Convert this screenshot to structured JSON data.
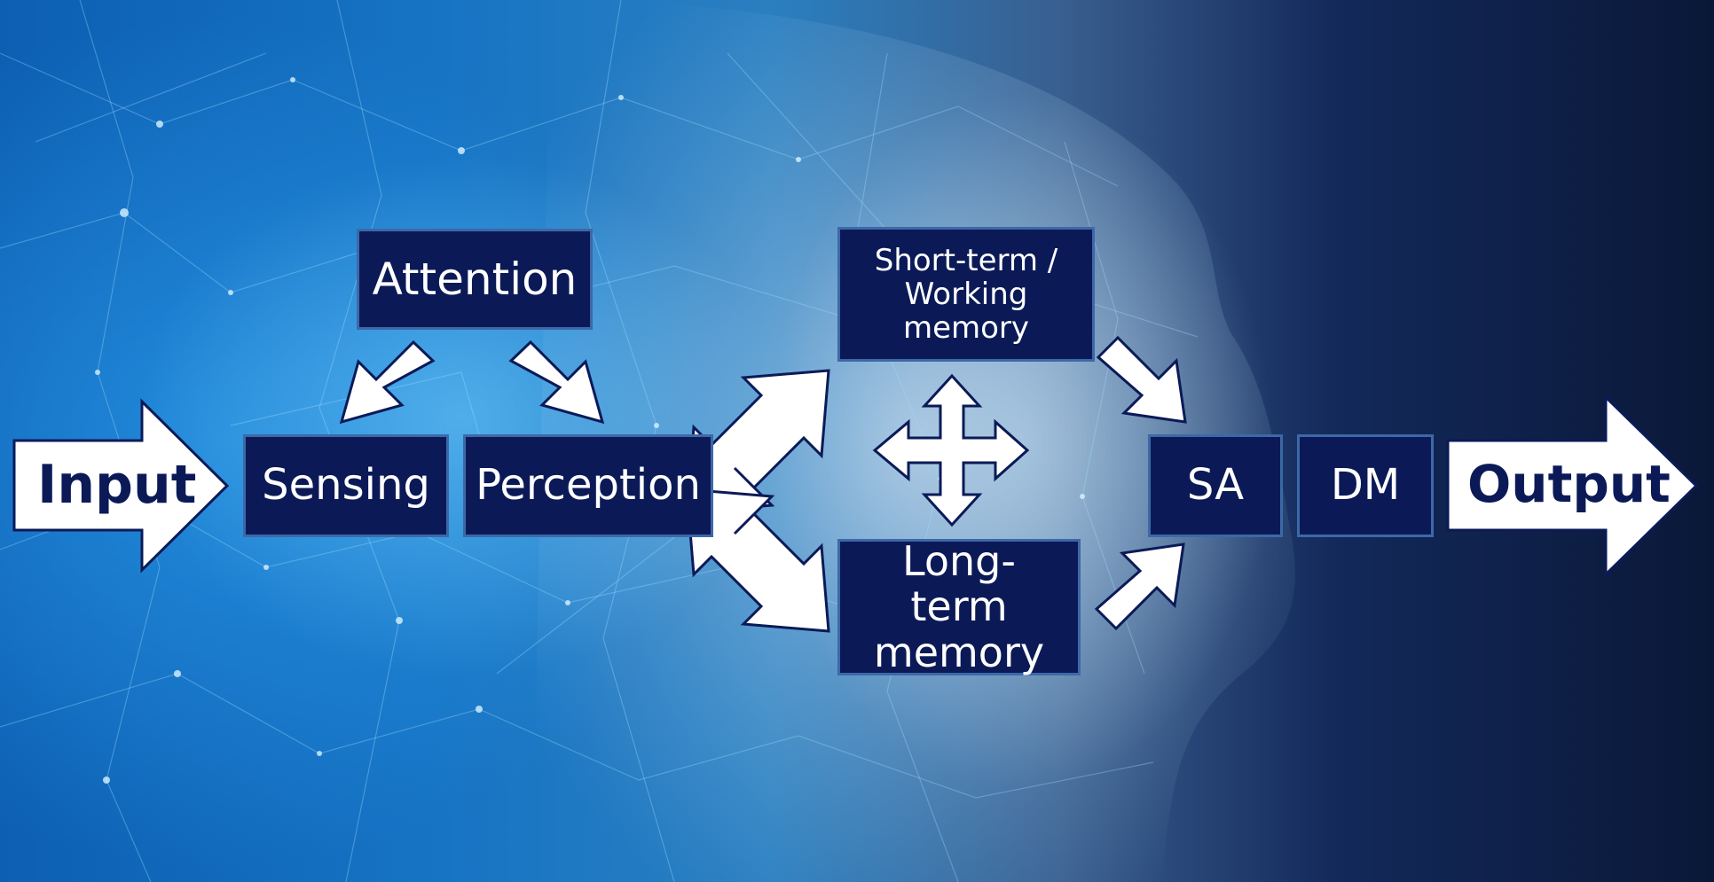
{
  "diagram": {
    "input_label": "Input",
    "output_label": "Output",
    "nodes": {
      "attention": "Attention",
      "sensing": "Sensing",
      "perception": "Perception",
      "short_term_memory": "Short-term / Working memory",
      "long_term_memory": "Long-term memory",
      "sa": "SA",
      "dm": "DM"
    }
  },
  "colors": {
    "box_fill": "#0b1a57",
    "box_border": "#3d68a8",
    "arrow_fill": "#ffffff",
    "arrow_stroke": "#0b1a57"
  }
}
